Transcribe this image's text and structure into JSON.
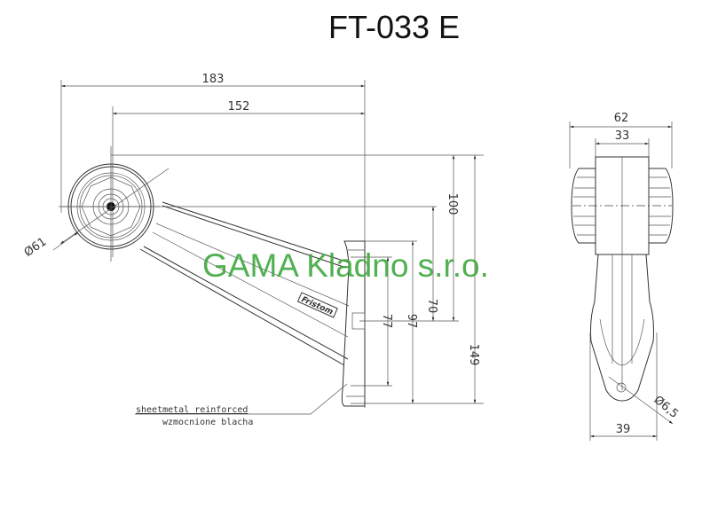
{
  "title": "FT-033 E",
  "watermark": "GAMA Kladno s.r.o.",
  "logo_text": "Fristom",
  "front_view": {
    "dim_overall_width": "183",
    "dim_center_width": "152",
    "dim_diameter": "Ø61",
    "dim_overall_height": "149",
    "dim_height_100": "100",
    "dim_height_70": "70",
    "dim_plate_height": "97",
    "dim_hole_spacing": "77"
  },
  "side_view": {
    "dim_overall_width": "62",
    "dim_body_width": "33",
    "dim_base_width": "39",
    "dim_hole_diameter": "Ø6,5"
  },
  "notes": {
    "english": "sheetmetal reinforced",
    "polish": "wzmocnione blacha"
  }
}
